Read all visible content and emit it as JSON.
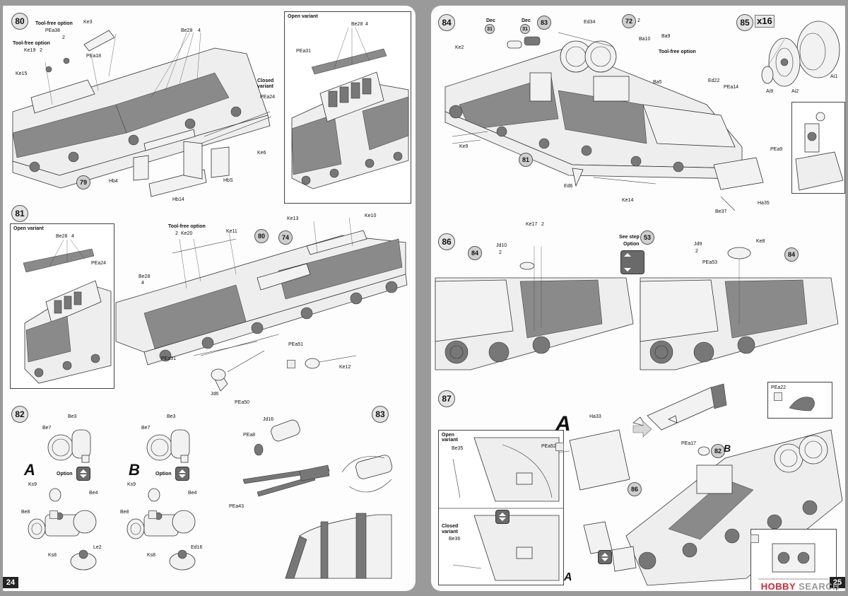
{
  "pages": {
    "left": {
      "page_number": "24",
      "steps": {
        "s80": {
          "number": "80",
          "labels": {
            "tf_opt_1": "Tool-free option",
            "pea38": "PEa38",
            "pea38_qty": "2",
            "ke3": "Ke3",
            "tf_opt_2": "Tool-free option",
            "ke19": "Ke19",
            "ke19_qty": "2",
            "pea18": "PEa18",
            "ke15": "Ke15",
            "be28": "Be28",
            "be28_qty": "4",
            "closed_variant": "Closed variant",
            "pea24": "PEa24",
            "ke6": "Ke6",
            "hb4": "Hb4",
            "hb14": "Hb14",
            "hb5": "HbS",
            "ref79": "79"
          },
          "open_panel": {
            "title": "Open variant",
            "be28": "Be28",
            "be28_qty": "4",
            "pea31": "PEa31"
          }
        },
        "s81": {
          "number": "81",
          "labels": {
            "tf_opt": "Tool-free option",
            "ke20": "Ke20",
            "ke20_qty": "2",
            "ke11": "Ke11",
            "ke13": "Ke13",
            "ke10": "Ke10",
            "ref80": "80",
            "ref74": "74",
            "be28": "Be28",
            "be28_qty": "4",
            "pea51": "PEa51",
            "pea31": "PEa31",
            "ke12": "Ke12",
            "jd6": "Jd6",
            "pea50": "PEa50"
          },
          "open_panel": {
            "title": "Open variant",
            "be28": "Be28",
            "be28_qty": "4",
            "pea24": "PEa24"
          }
        },
        "s82": {
          "number": "82",
          "labels": {
            "be3_a": "Be3",
            "be7_a": "Be7",
            "a": "A",
            "option_a": "Option",
            "ks9_a": "Ks9",
            "be4_a": "Be4",
            "be8_a": "Be8",
            "ks8_a": "Ks8",
            "le2": "Le2",
            "be3_b": "Be3",
            "be7_b": "Be7",
            "b": "B",
            "option_b": "Option",
            "ks9_b": "Ks9",
            "be4_b": "Be4",
            "be8_b": "Be8",
            "ks8_b": "Ks8",
            "ed16": "Ed16"
          }
        },
        "s83": {
          "number": "83",
          "labels": {
            "jd16": "Jd16",
            "pea8": "PEa8",
            "pea43": "PEa43"
          }
        }
      }
    },
    "right": {
      "page_number": "25",
      "steps": {
        "s84": {
          "number": "84",
          "labels": {
            "dec1": "Dec",
            "dec1_ref": "31",
            "dec2": "Dec",
            "dec2_ref": "31",
            "ref83": "83",
            "ed34": "Ed34",
            "ref72": "72",
            "ref72_qty": "2",
            "ba10": "Ba10",
            "ba9": "Ba9",
            "tf_opt": "Tool-free option",
            "ke2": "Ke2",
            "ba5": "Ba5",
            "ed22": "Ed22",
            "pea14": "PEa14",
            "ke9": "Ke9",
            "ref81": "81",
            "ed6": "Ed6",
            "ke14": "Ke14",
            "pea9": "PEa9",
            "ha35": "Ha35",
            "be37": "Be37"
          }
        },
        "s85": {
          "number": "85",
          "qty": "x16",
          "labels": {
            "ai1": "Ai1",
            "ai9": "Ai9",
            "ai2": "Ai2"
          }
        },
        "s86": {
          "number": "86",
          "labels": {
            "ke17": "Ke17",
            "ke17_qty": "2",
            "jd10": "Jd10",
            "jd10_qty": "2",
            "see_step": "See step",
            "see_ref": "53",
            "option": "Option",
            "jd9": "Jd9",
            "jd9_qty": "2",
            "ke8": "Ke8",
            "pea53": "PEa53",
            "ref84_l": "84",
            "ref84_r": "84"
          }
        },
        "s87": {
          "number": "87",
          "labels": {
            "a_top": "A",
            "ha33": "Ha33",
            "pea52": "PEa52",
            "pea17": "PEa17",
            "ref82": "82",
            "b": "B",
            "ref86": "86",
            "pea22": "PEa22",
            "a_bottom": "A",
            "open_variant": "Open variant",
            "be35": "Be35",
            "closed_variant": "Closed variant",
            "be36": "Be36"
          }
        }
      }
    }
  },
  "watermark": {
    "brand": "HOBBY",
    "suffix": "SEARCH"
  }
}
